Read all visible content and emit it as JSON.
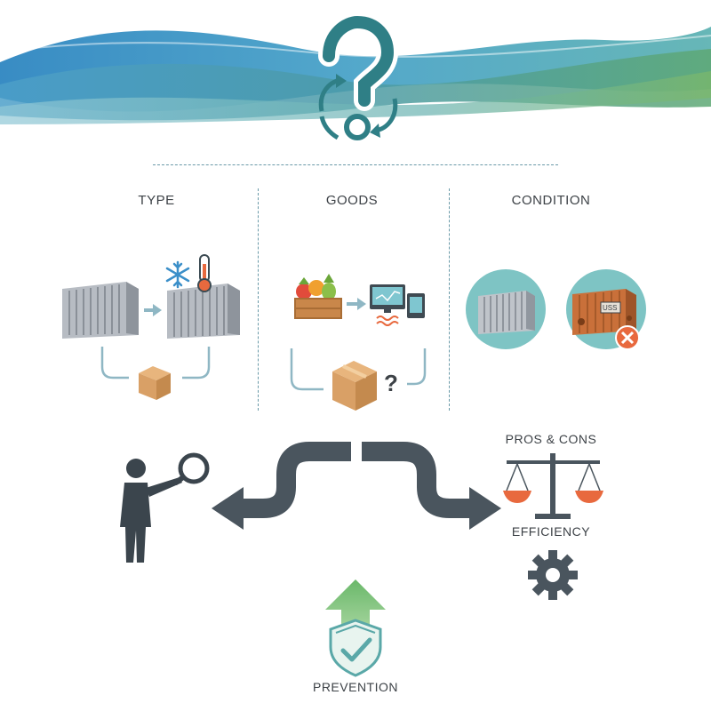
{
  "sections": {
    "type": {
      "label": "TYPE"
    },
    "goods": {
      "label": "GOODS"
    },
    "condition": {
      "label": "CONDITION"
    }
  },
  "outcomes": {
    "pros_cons": {
      "label": "PROS & CONS"
    },
    "efficiency": {
      "label": "EFFICIENCY"
    },
    "prevention": {
      "label": "PREVENTION"
    }
  },
  "small_marks": {
    "goods_question": "?",
    "damaged_crate_text": "USS"
  },
  "colors": {
    "wave_blue": "#3b8fc9",
    "wave_teal": "#5fb3b3",
    "wave_green": "#7cb86a",
    "teal_icon": "#2f7f86",
    "dark_arrow": "#4a555e",
    "orange": "#e8693e",
    "box_tan": "#d9a066"
  }
}
